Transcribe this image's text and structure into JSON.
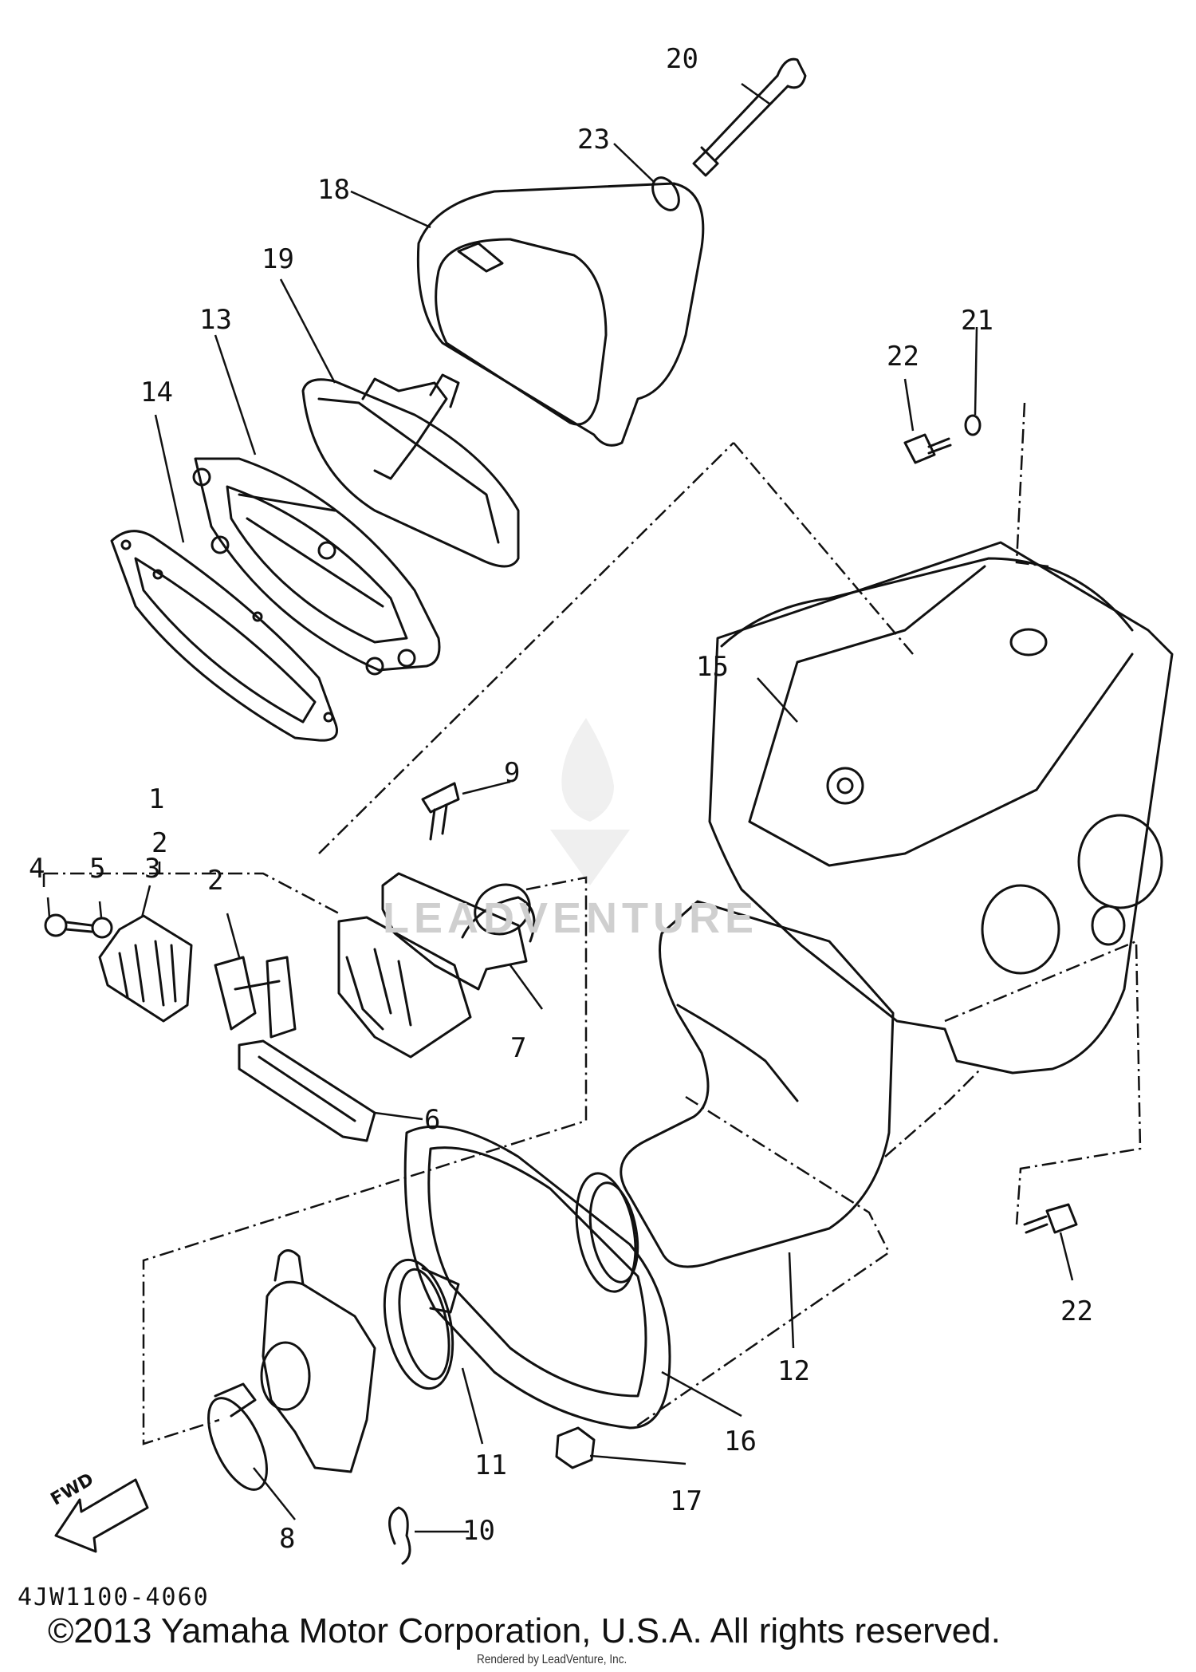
{
  "callouts": {
    "c1": "1",
    "c2": "2",
    "c2b": "2",
    "c3": "3",
    "c4": "4",
    "c5": "5",
    "c6": "6",
    "c7": "7",
    "c8": "8",
    "c9": "9",
    "c10": "10",
    "c11": "11",
    "c12": "12",
    "c13": "13",
    "c14": "14",
    "c15": "15",
    "c16": "16",
    "c17": "17",
    "c18": "18",
    "c19": "19",
    "c20": "20",
    "c21": "21",
    "c22a": "22",
    "c22b": "22",
    "c23": "23"
  },
  "fwd_label": "FWD",
  "diagram_code": "4JW1100-4060",
  "copyright": "©2013 Yamaha Motor Corporation, U.S.A. All rights reserved.",
  "rendered_by": "Rendered by LeadVenture, Inc.",
  "watermark": "LEADVENTURE"
}
